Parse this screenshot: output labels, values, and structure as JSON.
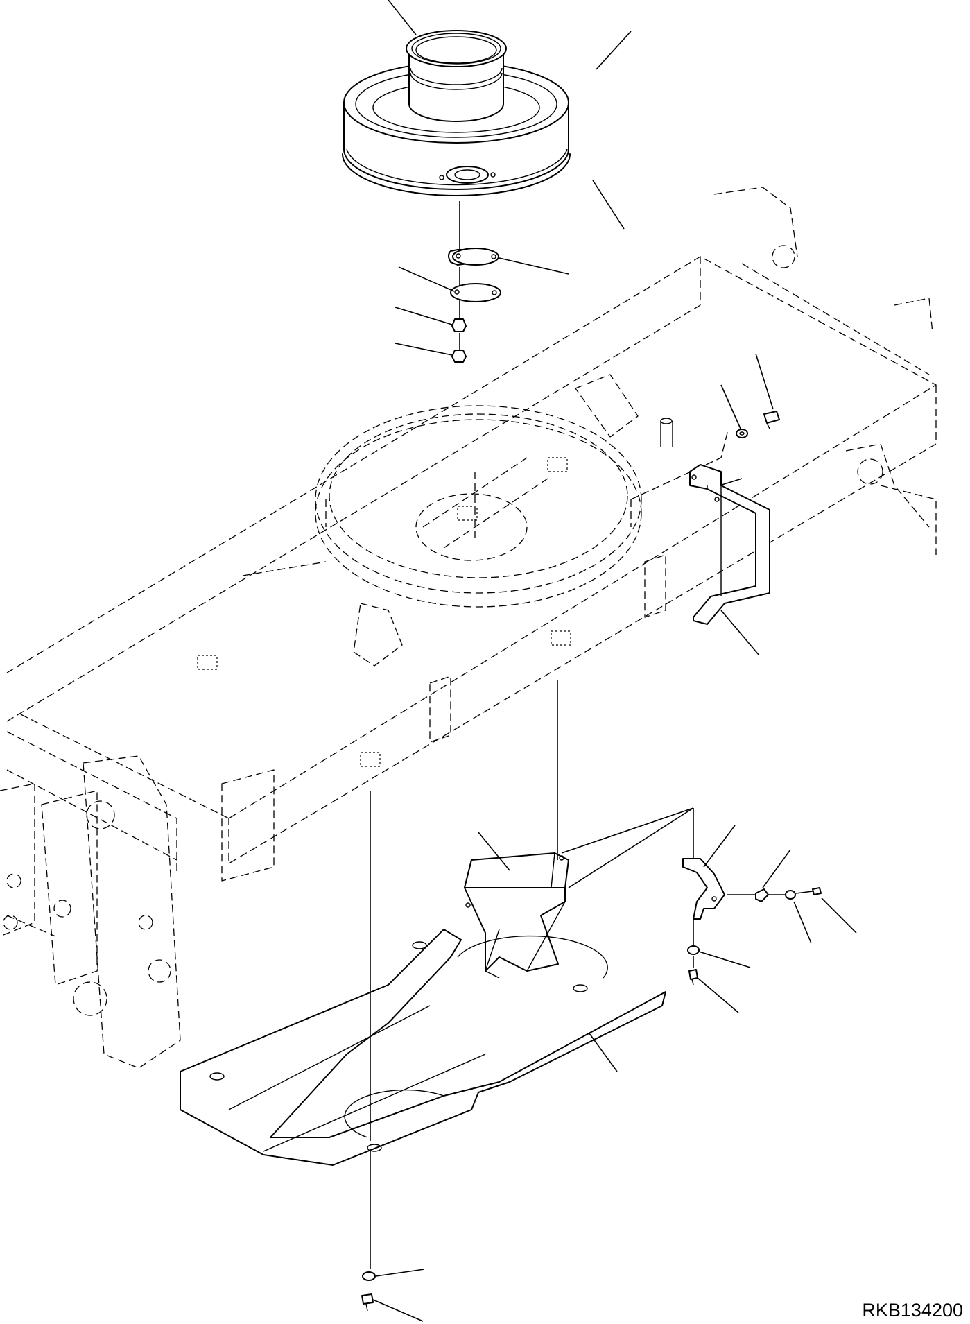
{
  "diagram": {
    "drawing_number": "RKB134200",
    "parts": [
      "swivel-bearing-cover-ring",
      "cover-plate",
      "cover-gasket",
      "nut",
      "lock-nut",
      "washer",
      "bolt",
      "side-bracket",
      "center-guard",
      "under-cover-plate",
      "clamp-bracket",
      "hose-clamp"
    ]
  }
}
